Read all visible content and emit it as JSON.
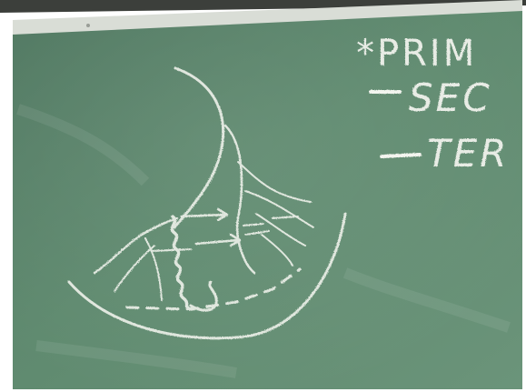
{
  "photo": {
    "subject": "chalkboard",
    "colors": {
      "board": "#5f8a6f",
      "board_dark": "#4f7760",
      "chalk": "#f3f5ef",
      "frame": "#d9ddd6",
      "wall": "#ffffff"
    }
  },
  "board_text": {
    "line1": "*PRIM",
    "line2": "SEC",
    "line3": "TER"
  }
}
